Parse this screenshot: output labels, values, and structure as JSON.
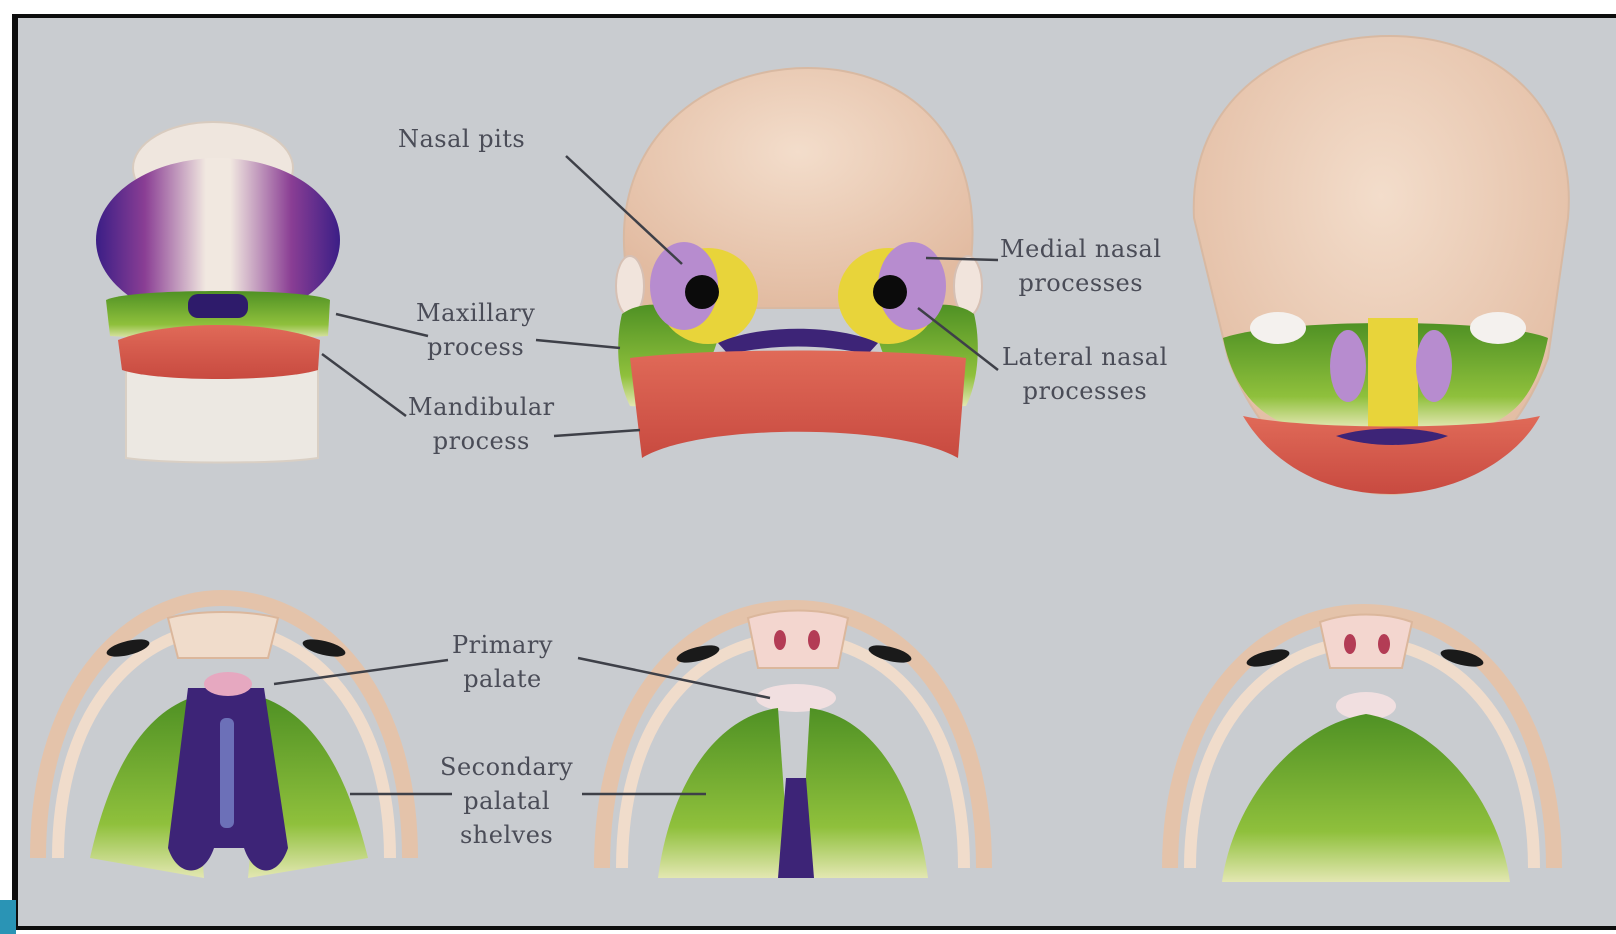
{
  "labels": {
    "nasal_pits": "Nasal pits",
    "maxillary_process": [
      "Maxillary",
      "process"
    ],
    "mandibular_process": [
      "Mandibular",
      "process"
    ],
    "medial_nasal_processes": [
      "Medial nasal",
      "processes"
    ],
    "lateral_nasal_processes": [
      "Lateral nasal",
      "processes"
    ],
    "primary_palate": [
      "Primary",
      "palate"
    ],
    "secondary_palatal_shelves": [
      "Secondary",
      "palatal",
      "shelves"
    ]
  },
  "colors": {
    "background": "#c9ccd0",
    "skin": "#eccdb6",
    "maxillary_green": "#5e9f2a",
    "mandibular_red": "#d9574a",
    "medial_nasal_purple": "#b88ccf",
    "lateral_nasal_yellow": "#e7d836",
    "primary_palate_pink": "#e6a8c0",
    "midline_indigo": "#3d2477",
    "label_text": "#4a4c57"
  }
}
